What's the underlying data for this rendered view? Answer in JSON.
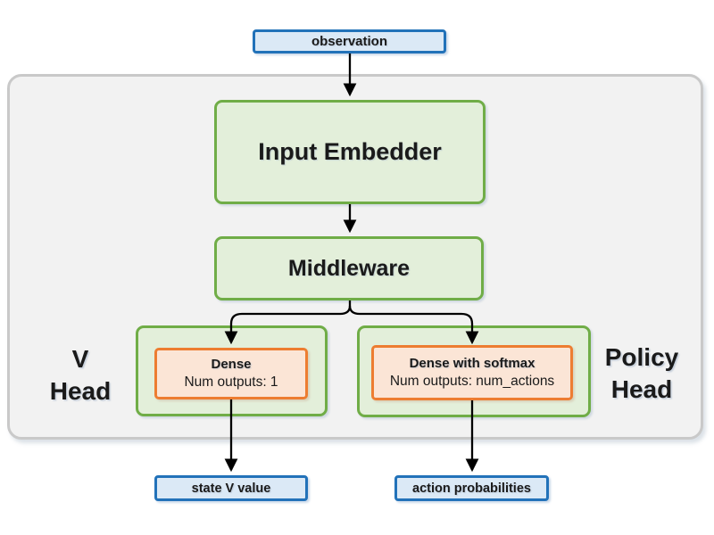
{
  "colors": {
    "blue_border": "#2272b9",
    "blue_fill": "#dbe9f6",
    "green_border": "#70ad47",
    "green_fill": "#e3efda",
    "orange_border": "#ed7d31",
    "orange_fill": "#fbe5d6",
    "container_fill": "#f2f2f2",
    "container_border": "#c9c9c9",
    "arrow": "#000000",
    "text": "#1a1a1a"
  },
  "nodes": {
    "observation": "observation",
    "input_embedder": "Input Embedder",
    "middleware": "Middleware",
    "state_v_value": "state V value",
    "action_probabilities": "action probabilities"
  },
  "v_head": {
    "label_line1": "V",
    "label_line2": "Head",
    "dense_title": "Dense",
    "dense_subtitle": "Num outputs: 1"
  },
  "policy_head": {
    "label_line1": "Policy",
    "label_line2": "Head",
    "dense_title": "Dense with softmax",
    "dense_subtitle": "Num outputs: num_actions"
  }
}
